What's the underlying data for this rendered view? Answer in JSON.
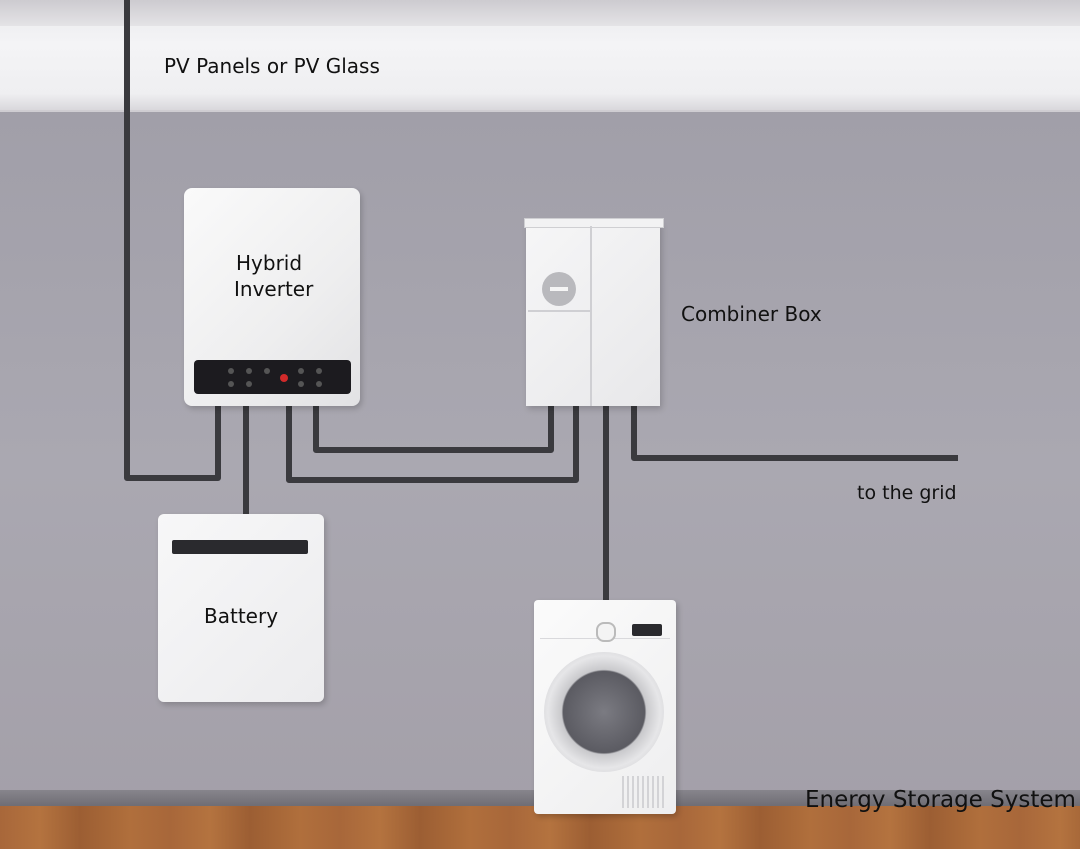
{
  "labels": {
    "pv": "PV Panels or PV Glass",
    "inverter_line1": "Hybrid",
    "inverter_line2": "Inverter",
    "combiner": "Combiner Box",
    "grid": "to the grid",
    "battery": "Battery",
    "system": "Energy Storage System"
  },
  "colors": {
    "wire": "#3a3a3e",
    "wall": "#a4a2ab",
    "floor": "#a8673a"
  },
  "icons": [
    "inverter-icon",
    "battery-icon",
    "combiner-box-icon",
    "washing-machine-icon"
  ]
}
